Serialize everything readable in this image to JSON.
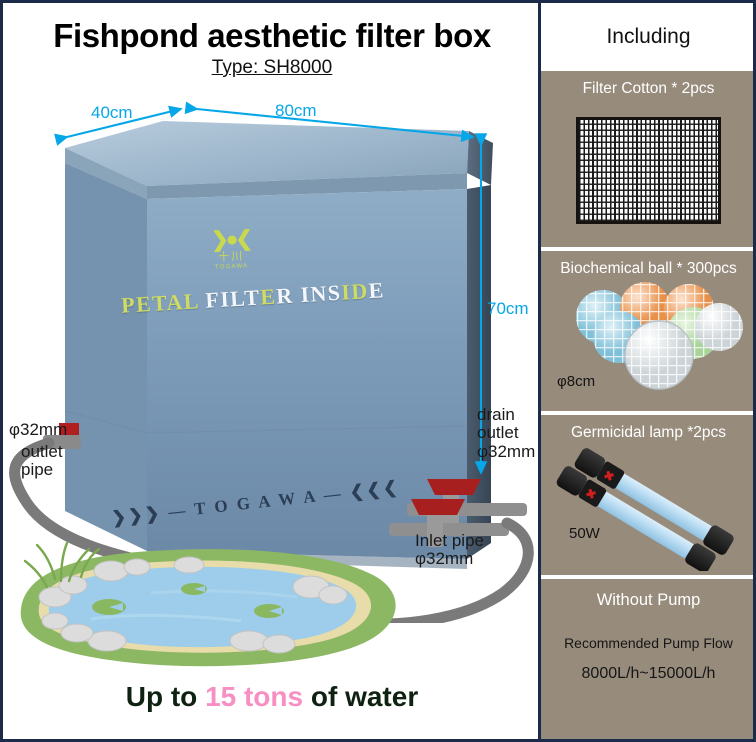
{
  "product": {
    "title": "Fishpond aesthetic filter box",
    "type_prefix": "Type: ",
    "type_value": "SH8000"
  },
  "dimensions": {
    "depth": "40cm",
    "width": "80cm",
    "height": "70cm",
    "arrow_color": "#06a7e8"
  },
  "box_branding": {
    "logo_mark": "❯●❮",
    "logo_cn": "十川",
    "logo_roman": "TOGAWA",
    "tagline_parts": [
      {
        "text": "P",
        "color": "green"
      },
      {
        "text": "ETAL",
        "color": "green"
      },
      {
        "text": " FIL",
        "color": "white"
      },
      {
        "text": "T",
        "color": "white"
      },
      {
        "text": "E",
        "color": "green"
      },
      {
        "text": "R",
        "color": "white"
      },
      {
        "text": " INS",
        "color": "white"
      },
      {
        "text": "ID",
        "color": "green"
      },
      {
        "text": "E",
        "color": "white"
      }
    ],
    "front_band": "❯❯❯ — T O G A W A — ❮❮❮",
    "front_face_color": "#7d9cba",
    "side_face_color": "#3e4e5e",
    "lid_color": "#9ab4cc"
  },
  "plumbing": {
    "outlet_diameter": "φ32mm",
    "outlet_pipe_line1": "outlet",
    "outlet_pipe_line2": "pipe",
    "drain_line1": "drain",
    "drain_line2": "outlet",
    "drain_line3": "φ32mm",
    "inlet_line1": "Inlet pipe",
    "inlet_line2": "φ32mm",
    "valve_handle_color": "#a81f1f",
    "pipe_color": "#7a7a7a"
  },
  "pond": {
    "grass_color": "#8cb863",
    "water_color": "#9dcdea",
    "sand_color": "#e8dcab",
    "rock_color": "#dcdcdc"
  },
  "tagline": {
    "prefix": "Up to ",
    "highlight": "15 tons",
    "suffix": " of water",
    "highlight_color": "#f78fc2",
    "base_color": "#0f2211"
  },
  "sidebar": {
    "header": "Including",
    "panel_color": "#978b7c",
    "cards": [
      {
        "title": "Filter Cotton * 2pcs",
        "subtitle": "",
        "icon": "mesh-swatch-icon"
      },
      {
        "title": "Biochemical ball * 300pcs",
        "subtitle": "φ8cm",
        "icon": "bio-balls-icon"
      },
      {
        "title": "Germicidal lamp *2pcs",
        "subtitle": "50W",
        "icon": "uv-lamp-icon"
      }
    ],
    "pump_card": {
      "title": "Without Pump",
      "line1": "Recommended Pump Flow",
      "line2": "8000L/h~15000L/h"
    }
  }
}
